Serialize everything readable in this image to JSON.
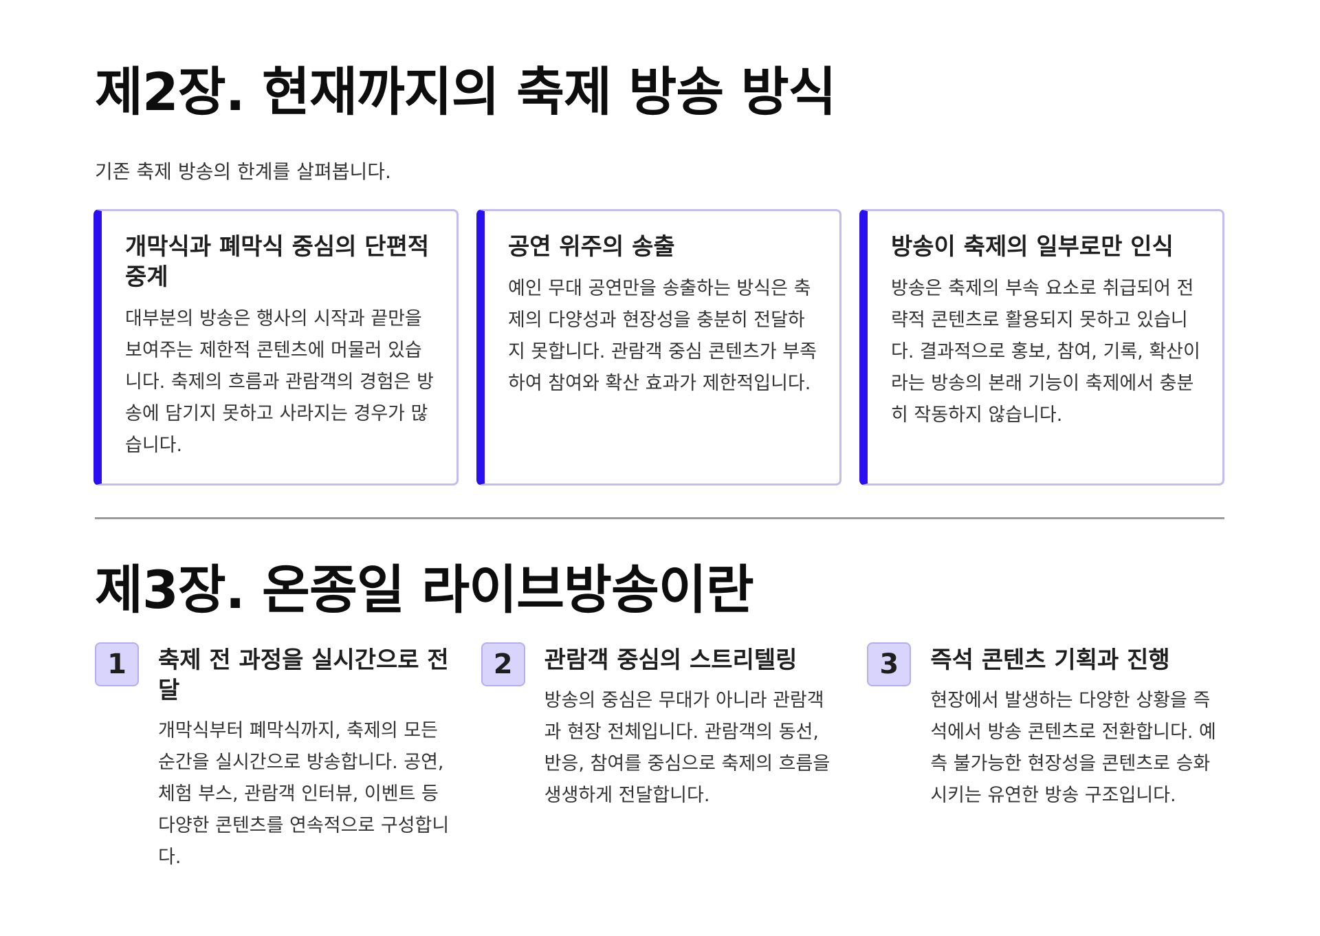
{
  "chapter2": {
    "title": "제2장. 현재까지의 축제 방송 방식",
    "subtitle": "기존 축제 방송의 한계를 살펴봅니다.",
    "cards": [
      {
        "title": "개막식과 폐막식 중심의 단편적 중계",
        "body": "대부분의 방송은 행사의 시작과 끝만을 보여주는 제한적 콘텐츠에 머물러 있습니다. 축제의 흐름과 관람객의 경험은 방송에 담기지 못하고 사라지는 경우가 많습니다."
      },
      {
        "title": "공연 위주의 송출",
        "body": "예인 무대 공연만을 송출하는 방식은 축제의 다양성과 현장성을 충분히 전달하지 못합니다. 관람객 중심 콘텐츠가 부족하여 참여와 확산 효과가 제한적입니다."
      },
      {
        "title": "방송이 축제의 일부로만 인식",
        "body": "방송은 축제의 부속 요소로 취급되어 전략적 콘텐츠로 활용되지 못하고 있습니다. 결과적으로 홍보, 참여, 기록, 확산이라는 방송의 본래 기능이 축제에서 충분히 작동하지 않습니다."
      }
    ]
  },
  "chapter3": {
    "title": "제3장. 온종일 라이브방송이란",
    "features": [
      {
        "number": "1",
        "title": "축제 전 과정을 실시간으로 전달",
        "body": "개막식부터 폐막식까지, 축제의 모든 순간을 실시간으로 방송합니다. 공연, 체험 부스, 관람객 인터뷰, 이벤트 등 다양한 콘텐츠를 연속적으로 구성합니다."
      },
      {
        "number": "2",
        "title": "관람객 중심의 스트리텔링",
        "body": "방송의 중심은 무대가 아니라 관람객과 현장 전체입니다. 관람객의 동선, 반응, 참여를 중심으로 축제의 흐름을 생생하게 전달합니다."
      },
      {
        "number": "3",
        "title": "즉석 콘텐츠 기획과 진행",
        "body": "현장에서 발생하는 다양한 상황을 즉석에서 방송 콘텐츠로 전환합니다. 예측 불가능한 현장성을 콘텐츠로 승화시키는 유연한 방송 구조입니다."
      }
    ]
  },
  "colors": {
    "accent": "#2a0ff0",
    "card_border": "#c4bcee",
    "badge_bg": "#d9d4fb",
    "divider": "#9b9b9b"
  }
}
